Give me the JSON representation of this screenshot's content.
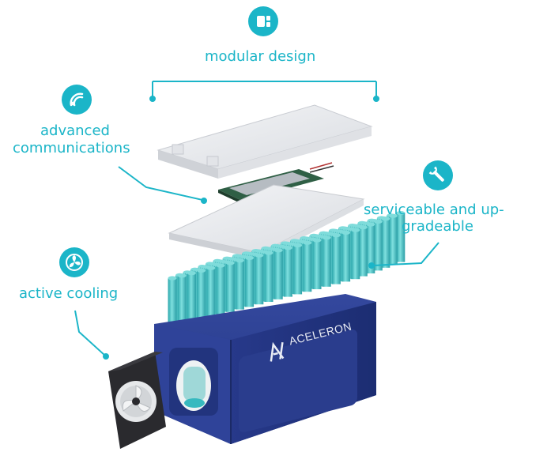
{
  "features": {
    "modular": {
      "label": "modular design",
      "icon": "modular-icon"
    },
    "communications": {
      "line1": "advanced",
      "line2": "communications",
      "icon": "wifi-icon"
    },
    "serviceable": {
      "line1": "serviceable and up-",
      "line2": "gradeable",
      "icon": "wrench-icon"
    },
    "cooling": {
      "label": "active cooling",
      "icon": "fan-icon"
    }
  },
  "brand": {
    "name": "ACELERON"
  },
  "colors": {
    "accent": "#1bb5c8",
    "housing": "#2b3f92",
    "cells": "#3fc6c9",
    "plates": "#e9ebee",
    "fan": "#2a2a2e"
  }
}
